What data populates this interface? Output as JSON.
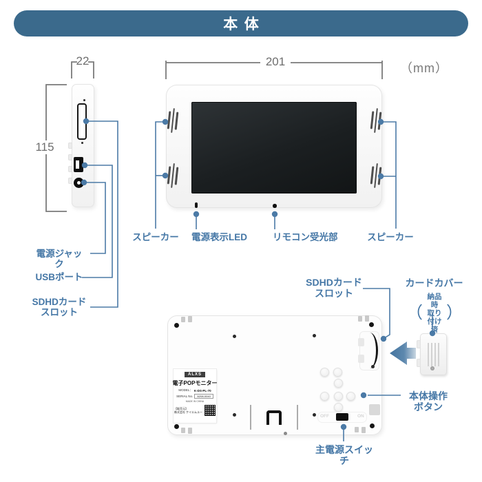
{
  "header": {
    "title": "本体"
  },
  "units_label": "（mm）",
  "dimensions": {
    "side_width": "22",
    "side_height": "115",
    "front_width": "201"
  },
  "front_view": {
    "labels": {
      "speaker_left": "スピーカー",
      "power_led": "電源表示LED",
      "remote_sensor": "リモコン受光部",
      "speaker_right": "スピーカー"
    }
  },
  "side_view": {
    "labels": {
      "power_jack": "電源ジャック",
      "usb_port": "USBポート",
      "sd_slot_line1": "SDHDカード",
      "sd_slot_line2": "スロット"
    }
  },
  "back_view": {
    "labels": {
      "sd_slot_line1": "SDHDカード",
      "sd_slot_line2": "スロット",
      "card_cover": "カードカバー",
      "note_paren_open": "（",
      "note_line1": "納品時",
      "note_line2": "取り付け済",
      "note_paren_close": "）",
      "operation_buttons_line1": "本体操作",
      "operation_buttons_line2": "ボタン",
      "main_power_switch": "主電源スイッチ",
      "switch_off": "OFF",
      "switch_on": "ON"
    },
    "sticker": {
      "brand": "ALXS",
      "product": "電子POPモニター",
      "model_label": "MODEL：",
      "model_value": "K-DS-PL-70",
      "serial_label": "SERIAL No.",
      "serial_value": "A208-0040",
      "origin": "MADE IN CHINA",
      "seller_label": "【販売元】",
      "seller_name": "株式会社 ケイエムユー"
    }
  },
  "colors": {
    "header_bg": "#3B6A8C",
    "annotation_blue": "#4577A6",
    "dimension_gray": "#6E6E6E",
    "screen_dark": "#1B1F21"
  }
}
